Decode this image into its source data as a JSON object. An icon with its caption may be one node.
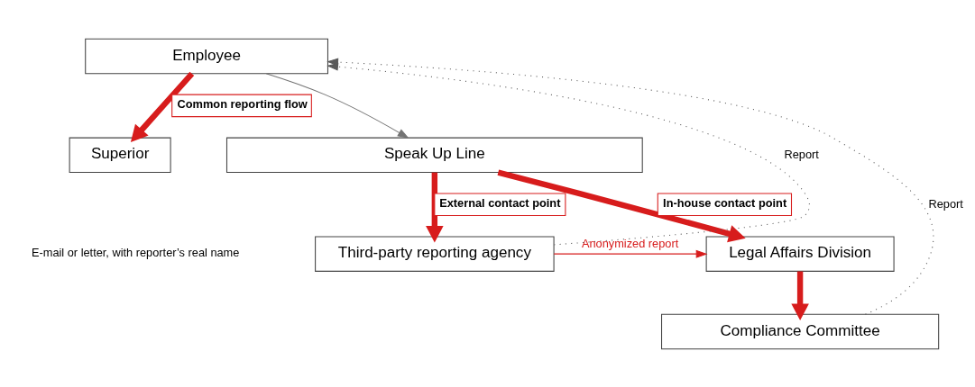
{
  "diagram": {
    "nodes": [
      {
        "text": [
          "Employee"
        ]
      },
      {
        "text": [
          "Superior"
        ]
      },
      {
        "text": [
          "Speak Up Line"
        ]
      },
      {
        "text": [
          "Legal Affairs Division"
        ]
      },
      {
        "text": [
          "Third-party reporting agency"
        ]
      },
      {
        "text": [
          "Compliance Committee"
        ]
      }
    ],
    "edges": [
      {
        "from": 0,
        "to": 1,
        "arrow": "to",
        "label": "Common reporting flow",
        "style": "thick"
      },
      {
        "from": 0,
        "to": 2,
        "arrow": "to",
        "color": "#737373"
      },
      {
        "from": 2,
        "to": 3,
        "arrow": "to",
        "label": "In-house contact point",
        "style": "thick"
      },
      {
        "from": 2,
        "to": 4,
        "arrow": "to",
        "label": "External contact point",
        "style": "thick"
      },
      {
        "from": 4,
        "to": 3,
        "arrow": "to",
        "label": "Anonymized report"
      },
      {
        "from": 3,
        "to": 5,
        "arrow": "to",
        "style": "thick"
      },
      {
        "from": 5,
        "to": 0,
        "arrow": "to",
        "label": "Report",
        "style": "dashed",
        "color": "#595959"
      },
      {
        "from": 4,
        "to": 0,
        "arrow": "to",
        "label": "Report",
        "style": "dashed",
        "color": "#595959"
      }
    ],
    "labels": [
      "E-mail or letter, with reporter’s real name"
    ]
  }
}
